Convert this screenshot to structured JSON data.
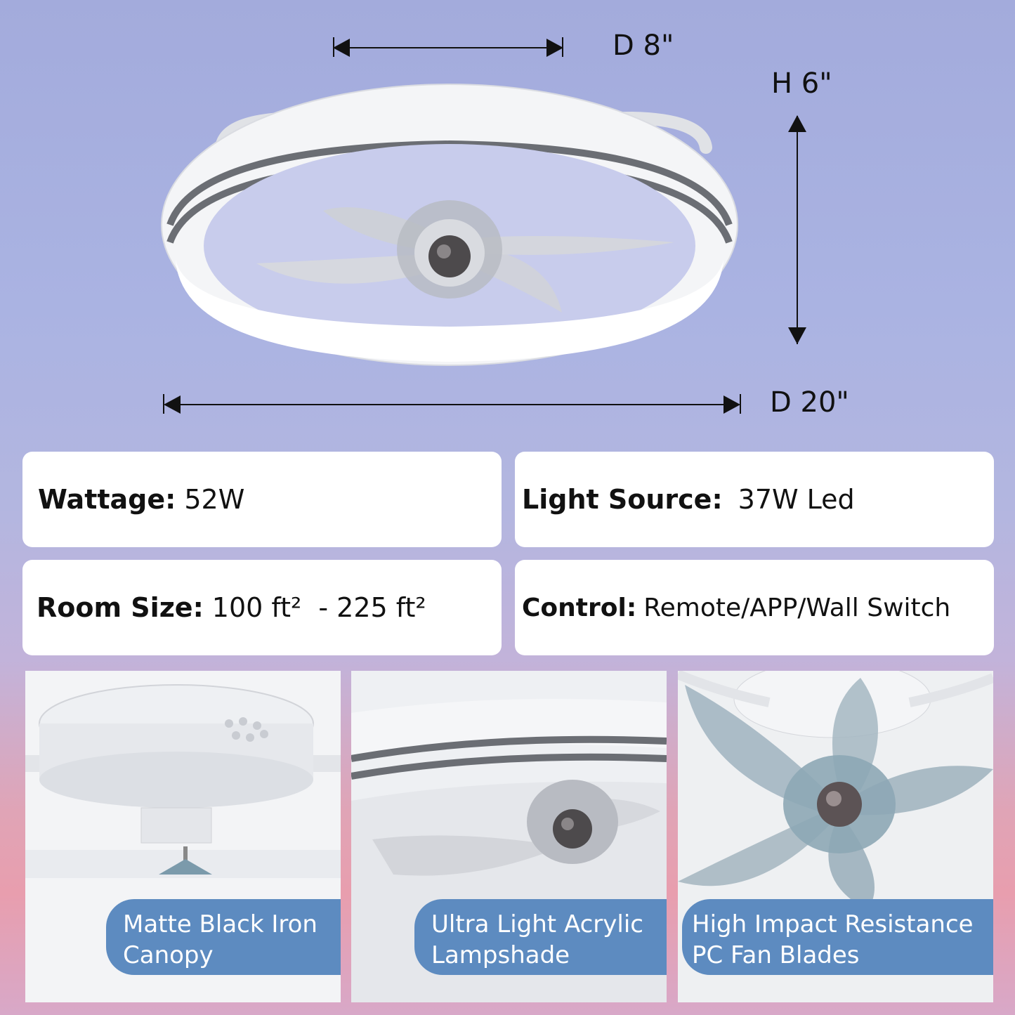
{
  "dimensions": {
    "top_diameter": "D 8\"",
    "height": "H 6\"",
    "bottom_diameter": "D 20\""
  },
  "specs": {
    "wattage": {
      "label": "Wattage:",
      "value": "52W"
    },
    "light_source": {
      "label": "Light Source:",
      "value": "37W Led"
    },
    "room_size": {
      "label": "Room Size:",
      "value": "100 ft²  - 225 ft²"
    },
    "control": {
      "label": "Control:",
      "value": "Remote/APP/Wall Switch"
    }
  },
  "features": [
    {
      "line1": "Matte Black Iron",
      "line2": "Canopy"
    },
    {
      "line1": "Ultra Light Acrylic",
      "line2": "Lampshade"
    },
    {
      "line1": "High Impact Resistance",
      "line2": "PC Fan Blades"
    }
  ],
  "colors": {
    "caption_bg": "#5d8bc0",
    "card_bg": "#ffffff",
    "fan_white": "#f4f5f7",
    "fan_stripe": "#6b6e74",
    "blade_tint": "#9fb3bf"
  }
}
